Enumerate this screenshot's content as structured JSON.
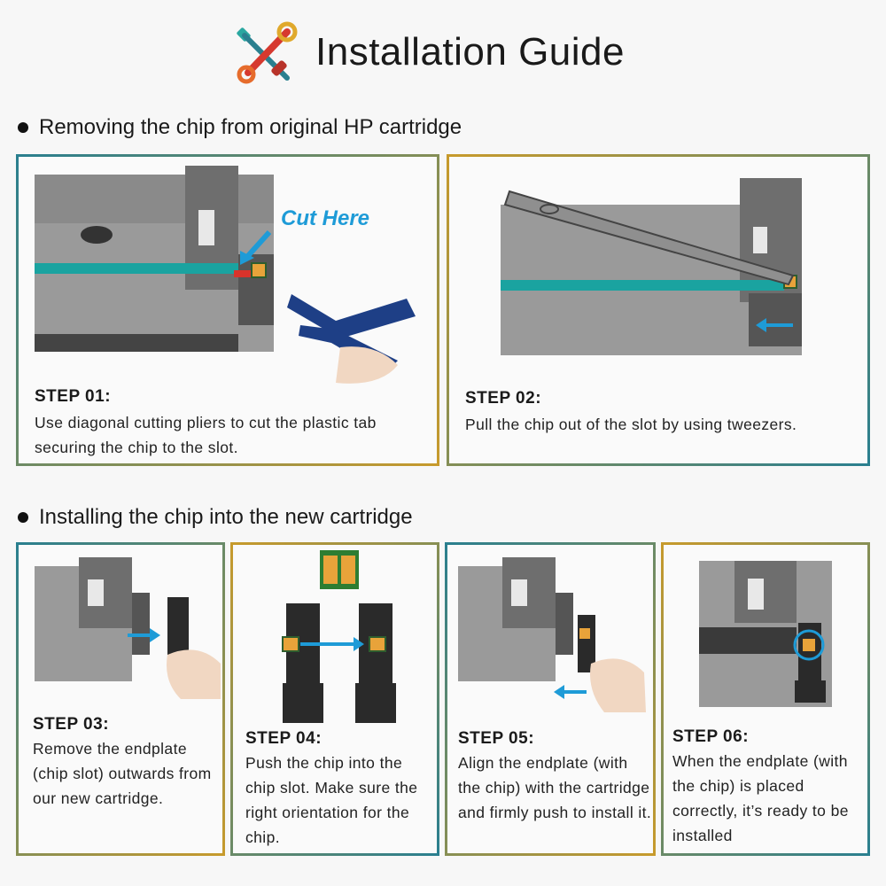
{
  "header": {
    "title": "Installation Guide",
    "logo_icon": "tools-icon"
  },
  "sections": [
    {
      "heading": "Removing the chip from original HP cartridge"
    },
    {
      "heading": "Installing the chip into the new cartridge"
    }
  ],
  "steps": [
    {
      "label": "STEP 01:",
      "text": "Use diagonal cutting pliers to cut the plastic tab securing the chip to the slot.",
      "callout": "Cut Here"
    },
    {
      "label": "STEP 02:",
      "text": "Pull the chip out of the slot by using tweezers."
    },
    {
      "label": "STEP 03:",
      "text": "Remove the endplate (chip slot) outwards from our new cartridge."
    },
    {
      "label": "STEP 04:",
      "text": "Push the chip into the chip slot. Make sure the right orientation for the chip."
    },
    {
      "label": "STEP 05:",
      "text": "Align the endplate (with the chip) with the cartridge and firmly push to install it."
    },
    {
      "label": "STEP 06:",
      "text": "When the endplate (with the chip) is placed correctly, it’s ready to be installed"
    }
  ],
  "colors": {
    "teal": "#2a7f8f",
    "gold": "#c79a2c",
    "arrow_blue": "#1e9bd7",
    "pliers_blue": "#1e3f86",
    "chip_orange": "#e8a33a",
    "cartridge_gray": "#9a9a9a"
  }
}
